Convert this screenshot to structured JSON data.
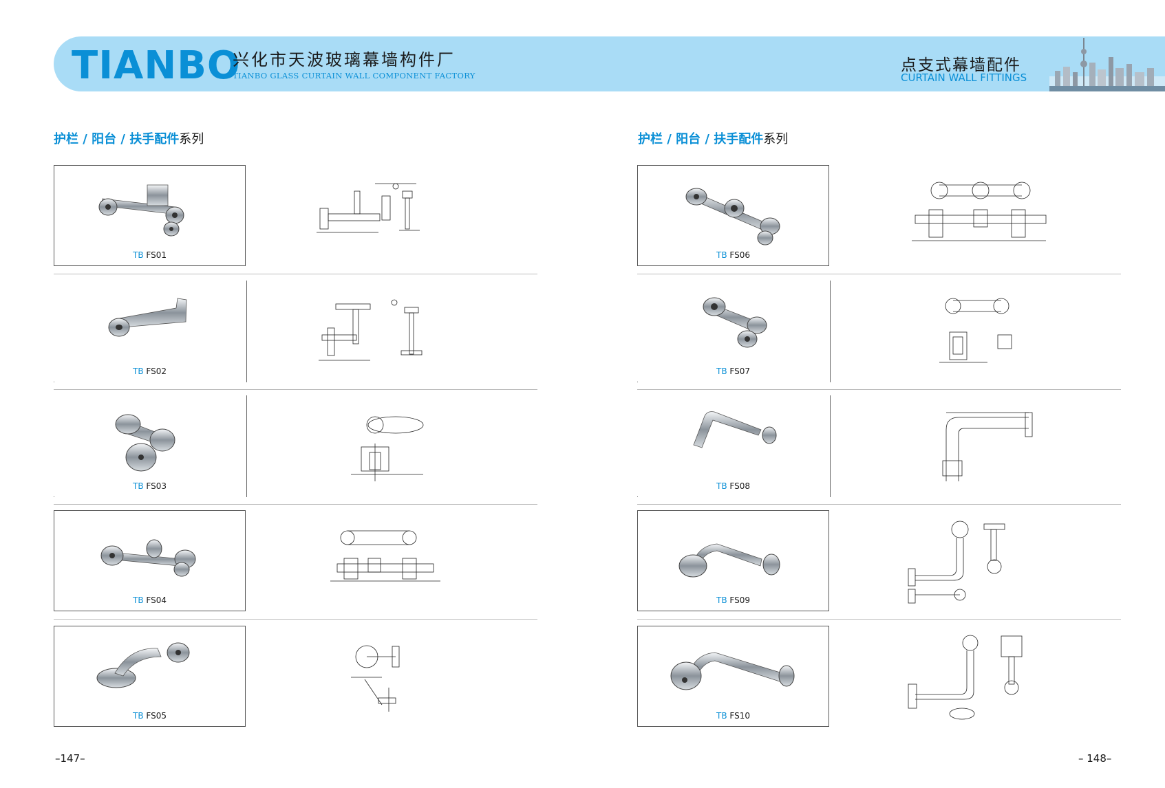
{
  "header": {
    "brand": "TIANBO",
    "company_cn": "兴化市天波玻璃幕墙构件厂",
    "company_en": "TIANBO GLASS CURTAIN WALL COMPONENT FACTORY",
    "category_cn": "点支式幕墙配件",
    "category_en": "CURTAIN WALL FITTINGS"
  },
  "left_section": {
    "title_blue": "护栏 / 阳台 / 扶手配件",
    "title_black": "系列"
  },
  "right_section": {
    "title_blue": "护栏 / 阳台 / 扶手配件",
    "title_black": "系列"
  },
  "products_left": [
    {
      "prefix": "TB",
      "code": "FS01"
    },
    {
      "prefix": "TB",
      "code": "FS02"
    },
    {
      "prefix": "TB",
      "code": "FS03"
    },
    {
      "prefix": "TB",
      "code": "FS04"
    },
    {
      "prefix": "TB",
      "code": "FS05"
    }
  ],
  "products_right": [
    {
      "prefix": "TB",
      "code": "FS06"
    },
    {
      "prefix": "TB",
      "code": "FS07"
    },
    {
      "prefix": "TB",
      "code": "FS08"
    },
    {
      "prefix": "TB",
      "code": "FS09"
    },
    {
      "prefix": "TB",
      "code": "FS10"
    }
  ],
  "page_numbers": {
    "left": "–147–",
    "right": "– 148–"
  },
  "colors": {
    "accent": "#0a8fd6",
    "banner": "#a9dcf6"
  }
}
